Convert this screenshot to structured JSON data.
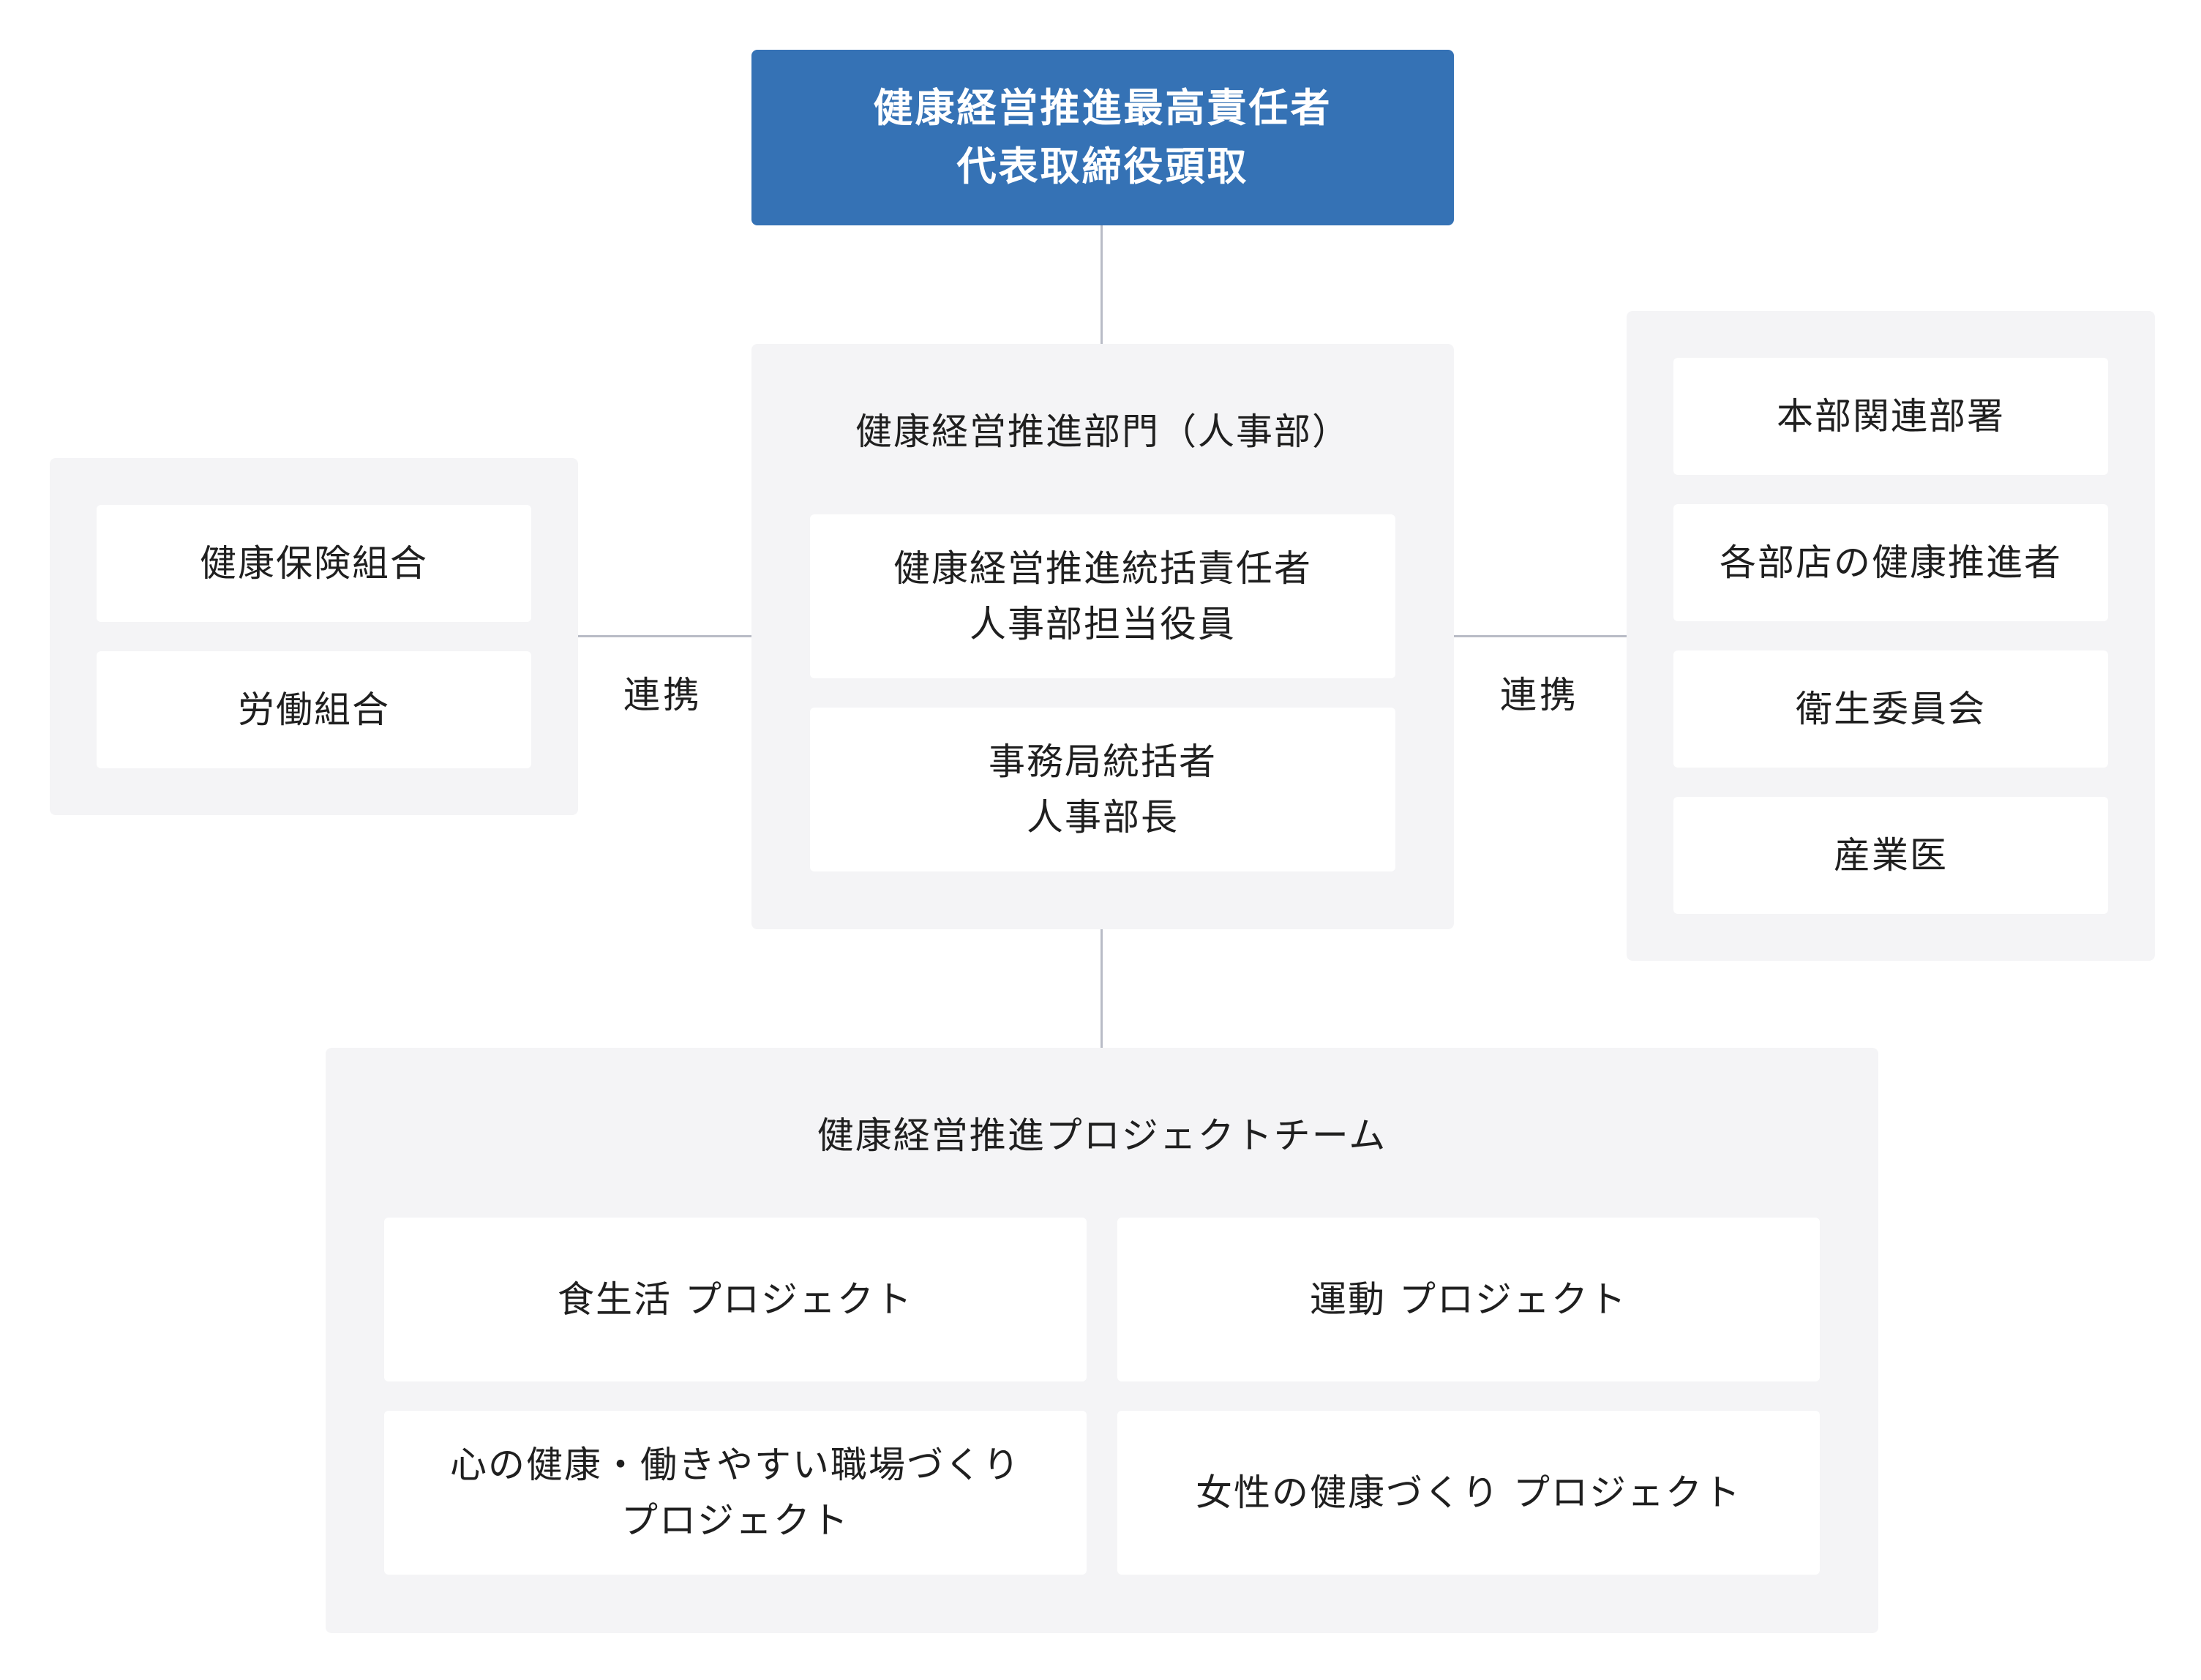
{
  "top": {
    "line1": "健康経営推進最高責任者",
    "line2": "代表取締役頭取"
  },
  "center": {
    "title": "健康経営推進部門（人事部）",
    "card1": {
      "line1": "健康経営推進統括責任者",
      "line2": "人事部担当役員"
    },
    "card2": {
      "line1": "事務局統括者",
      "line2": "人事部長"
    }
  },
  "left": {
    "items": [
      "健康保険組合",
      "労働組合"
    ]
  },
  "right": {
    "items": [
      "本部関連部署",
      "各部店の健康推進者",
      "衛生委員会",
      "産業医"
    ]
  },
  "links": {
    "left_label": "連携",
    "right_label": "連携"
  },
  "bottom": {
    "title": "健康経営推進プロジェクトチーム",
    "projects": [
      {
        "line1": "食生活 プロジェクト",
        "line2": ""
      },
      {
        "line1": "運動 プロジェクト",
        "line2": ""
      },
      {
        "line1": "心の健康・働きやすい職場づくり",
        "line2": "プロジェクト"
      },
      {
        "line1": "女性の健康づくり プロジェクト",
        "line2": ""
      }
    ]
  },
  "colors": {
    "accent": "#3572b5",
    "panel": "#f4f4f6",
    "connector": "#b9bcc6"
  }
}
